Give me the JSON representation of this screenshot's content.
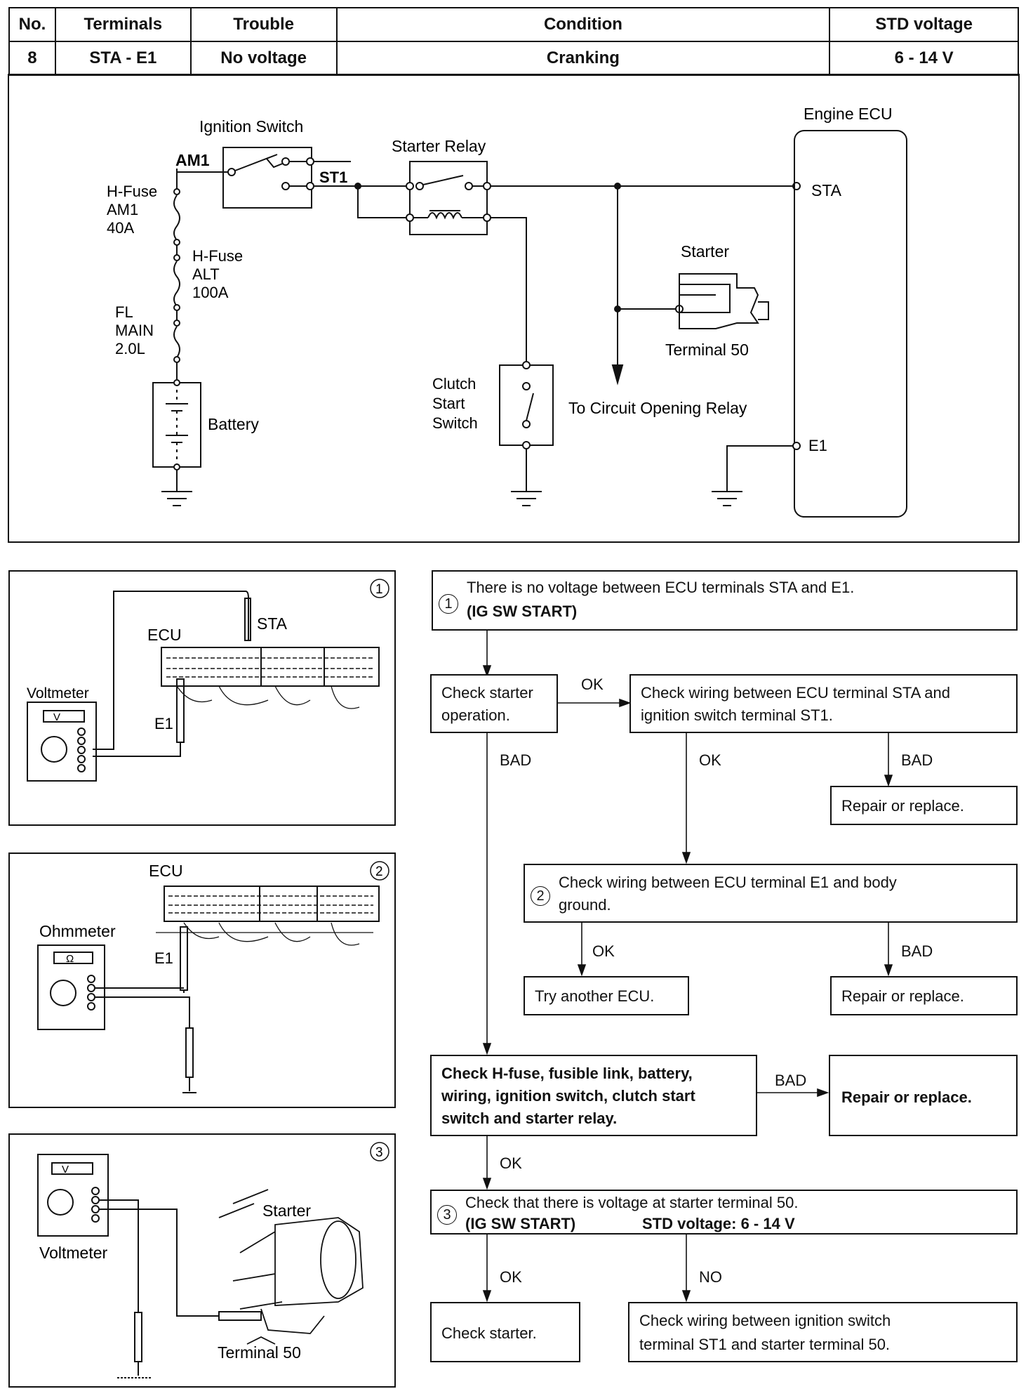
{
  "table": {
    "headers": [
      "No.",
      "Terminals",
      "Trouble",
      "Condition",
      "STD voltage"
    ],
    "row": [
      "8",
      "STA - E1",
      "No voltage",
      "Cranking",
      "6 - 14 V"
    ]
  },
  "circuit": {
    "ignition_switch": "Ignition Switch",
    "am1": "AM1",
    "st1": "ST1",
    "starter_relay": "Starter Relay",
    "engine_ecu": "Engine ECU",
    "sta": "STA",
    "e1": "E1",
    "hfuse_am1": [
      "H-Fuse",
      "AM1",
      "40A"
    ],
    "hfuse_alt": [
      "H-Fuse",
      "ALT",
      "100A"
    ],
    "fl_main": [
      "FL",
      "MAIN",
      "2.0L"
    ],
    "battery": "Battery",
    "starter": "Starter",
    "terminal_50": "Terminal 50",
    "clutch_start_switch": [
      "Clutch",
      "Start",
      "Switch"
    ],
    "to_circuit_opening_relay": "To Circuit Opening Relay"
  },
  "figures": {
    "fig1": {
      "num": "1",
      "ecu": "ECU",
      "sta": "STA",
      "voltmeter": "Voltmeter",
      "meter_face": "V",
      "e1": "E1"
    },
    "fig2": {
      "num": "2",
      "ecu": "ECU",
      "ohmmeter": "Ohmmeter",
      "meter_face": "Ω",
      "e1": "E1"
    },
    "fig3": {
      "num": "3",
      "starter": "Starter",
      "voltmeter": "Voltmeter",
      "meter_face": "V",
      "terminal_50": "Terminal 50"
    }
  },
  "flow": {
    "step1": {
      "num": "1",
      "line1": "There is no voltage between ECU terminals STA and E1.",
      "line2": "(IG SW START)"
    },
    "check_starter_op": [
      "Check starter",
      "operation."
    ],
    "check_wiring_sta": [
      "Check wiring between ECU terminal STA and",
      "ignition switch terminal ST1."
    ],
    "repair1": "Repair or replace.",
    "step2": {
      "num": "2",
      "line1": "Check wiring between ECU terminal E1 and body",
      "line2": "ground."
    },
    "try_ecu": "Try another ECU.",
    "repair2": "Repair or replace.",
    "check_hfuse": [
      "Check H-fuse, fusible link, battery,",
      "wiring, ignition switch, clutch start",
      "switch and starter relay."
    ],
    "repair3": "Repair or replace.",
    "step3": {
      "num": "3",
      "line1": "Check that there is voltage at starter terminal 50.",
      "line2a": "(IG SW START)",
      "line2b": "STD voltage:  6 - 14 V"
    },
    "check_starter": "Check starter.",
    "check_wiring_st1": [
      "Check wiring between ignition switch",
      "terminal ST1 and starter terminal 50."
    ],
    "labels": {
      "ok": "OK",
      "bad": "BAD",
      "no": "NO"
    }
  }
}
